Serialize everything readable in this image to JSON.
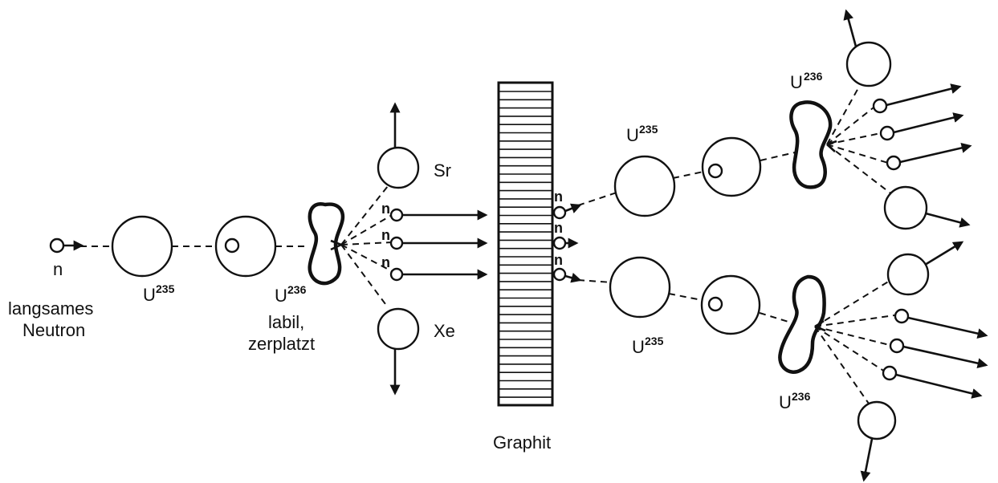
{
  "labels": {
    "neutron_symbol": "n",
    "slow_neutron_line1": "langsames",
    "slow_neutron_line2": "Neutron",
    "u235_base": "U",
    "u235_mass": "235",
    "u236_base": "U",
    "u236_mass": "236",
    "unstable_line1": "labil,",
    "unstable_line2": "zerplatzt",
    "strontium": "Sr",
    "xenon": "Xe",
    "emitted_neutron": "n",
    "moderator": "Graphit"
  }
}
